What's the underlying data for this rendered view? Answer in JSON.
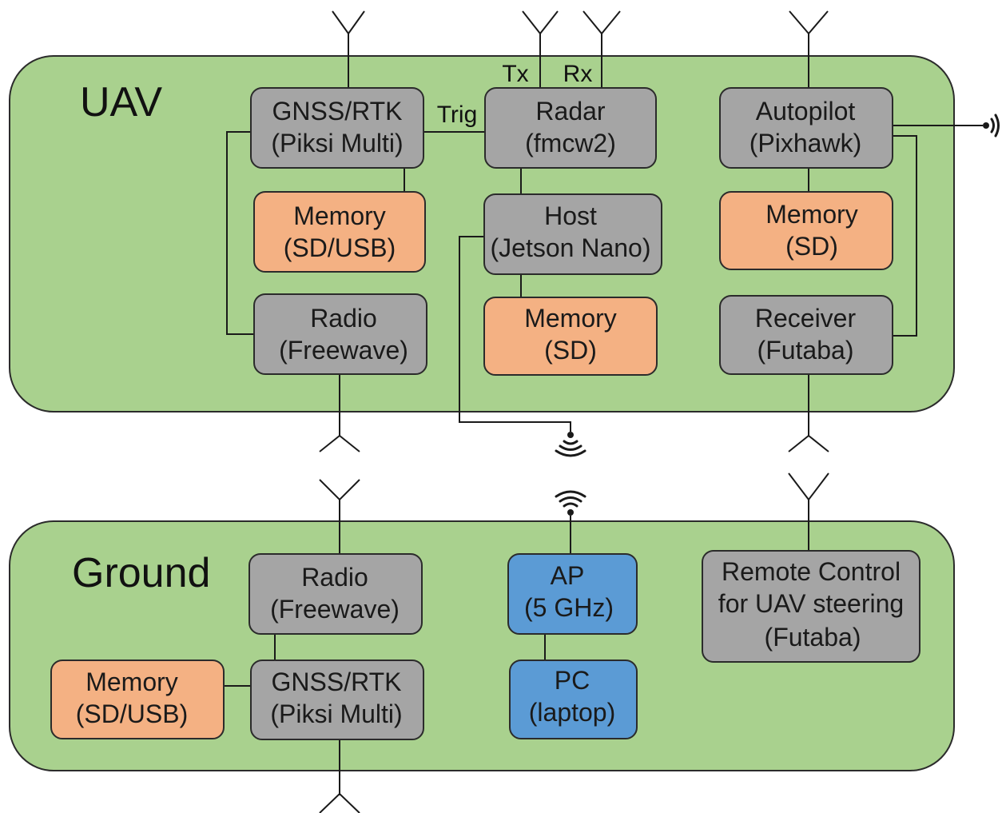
{
  "uav": {
    "title": "UAV",
    "gnss": {
      "line1": "GNSS/RTK",
      "line2": "(Piksi Multi)"
    },
    "gnss_memory": {
      "line1": "Memory",
      "line2": "(SD/USB)"
    },
    "radio": {
      "line1": "Radio",
      "line2": "(Freewave)"
    },
    "radar": {
      "line1": "Radar",
      "line2": "(fmcw2)"
    },
    "host": {
      "line1": "Host",
      "line2": "(Jetson Nano)"
    },
    "host_memory": {
      "line1": "Memory",
      "line2": "(SD)"
    },
    "autopilot": {
      "line1": "Autopilot",
      "line2": "(Pixhawk)"
    },
    "autopilot_memory": {
      "line1": "Memory",
      "line2": "(SD)"
    },
    "receiver": {
      "line1": "Receiver",
      "line2": "(Futaba)"
    },
    "trig_label": "Trig",
    "tx_label": "Tx",
    "rx_label": "Rx"
  },
  "ground": {
    "title": "Ground",
    "radio": {
      "line1": "Radio",
      "line2": "(Freewave)"
    },
    "gnss": {
      "line1": "GNSS/RTK",
      "line2": "(Piksi Multi)"
    },
    "memory": {
      "line1": "Memory",
      "line2": "(SD/USB)"
    },
    "ap": {
      "line1": "AP",
      "line2": "(5 GHz)"
    },
    "pc": {
      "line1": "PC",
      "line2": "(laptop)"
    },
    "remote": {
      "line1": "Remote Control",
      "line2": "for UAV steering",
      "line3": "(Futaba)"
    }
  },
  "colors": {
    "panel": "#a9d18e",
    "device": "#a5a5a5",
    "memory": "#f4b183",
    "network": "#5b9bd5"
  }
}
